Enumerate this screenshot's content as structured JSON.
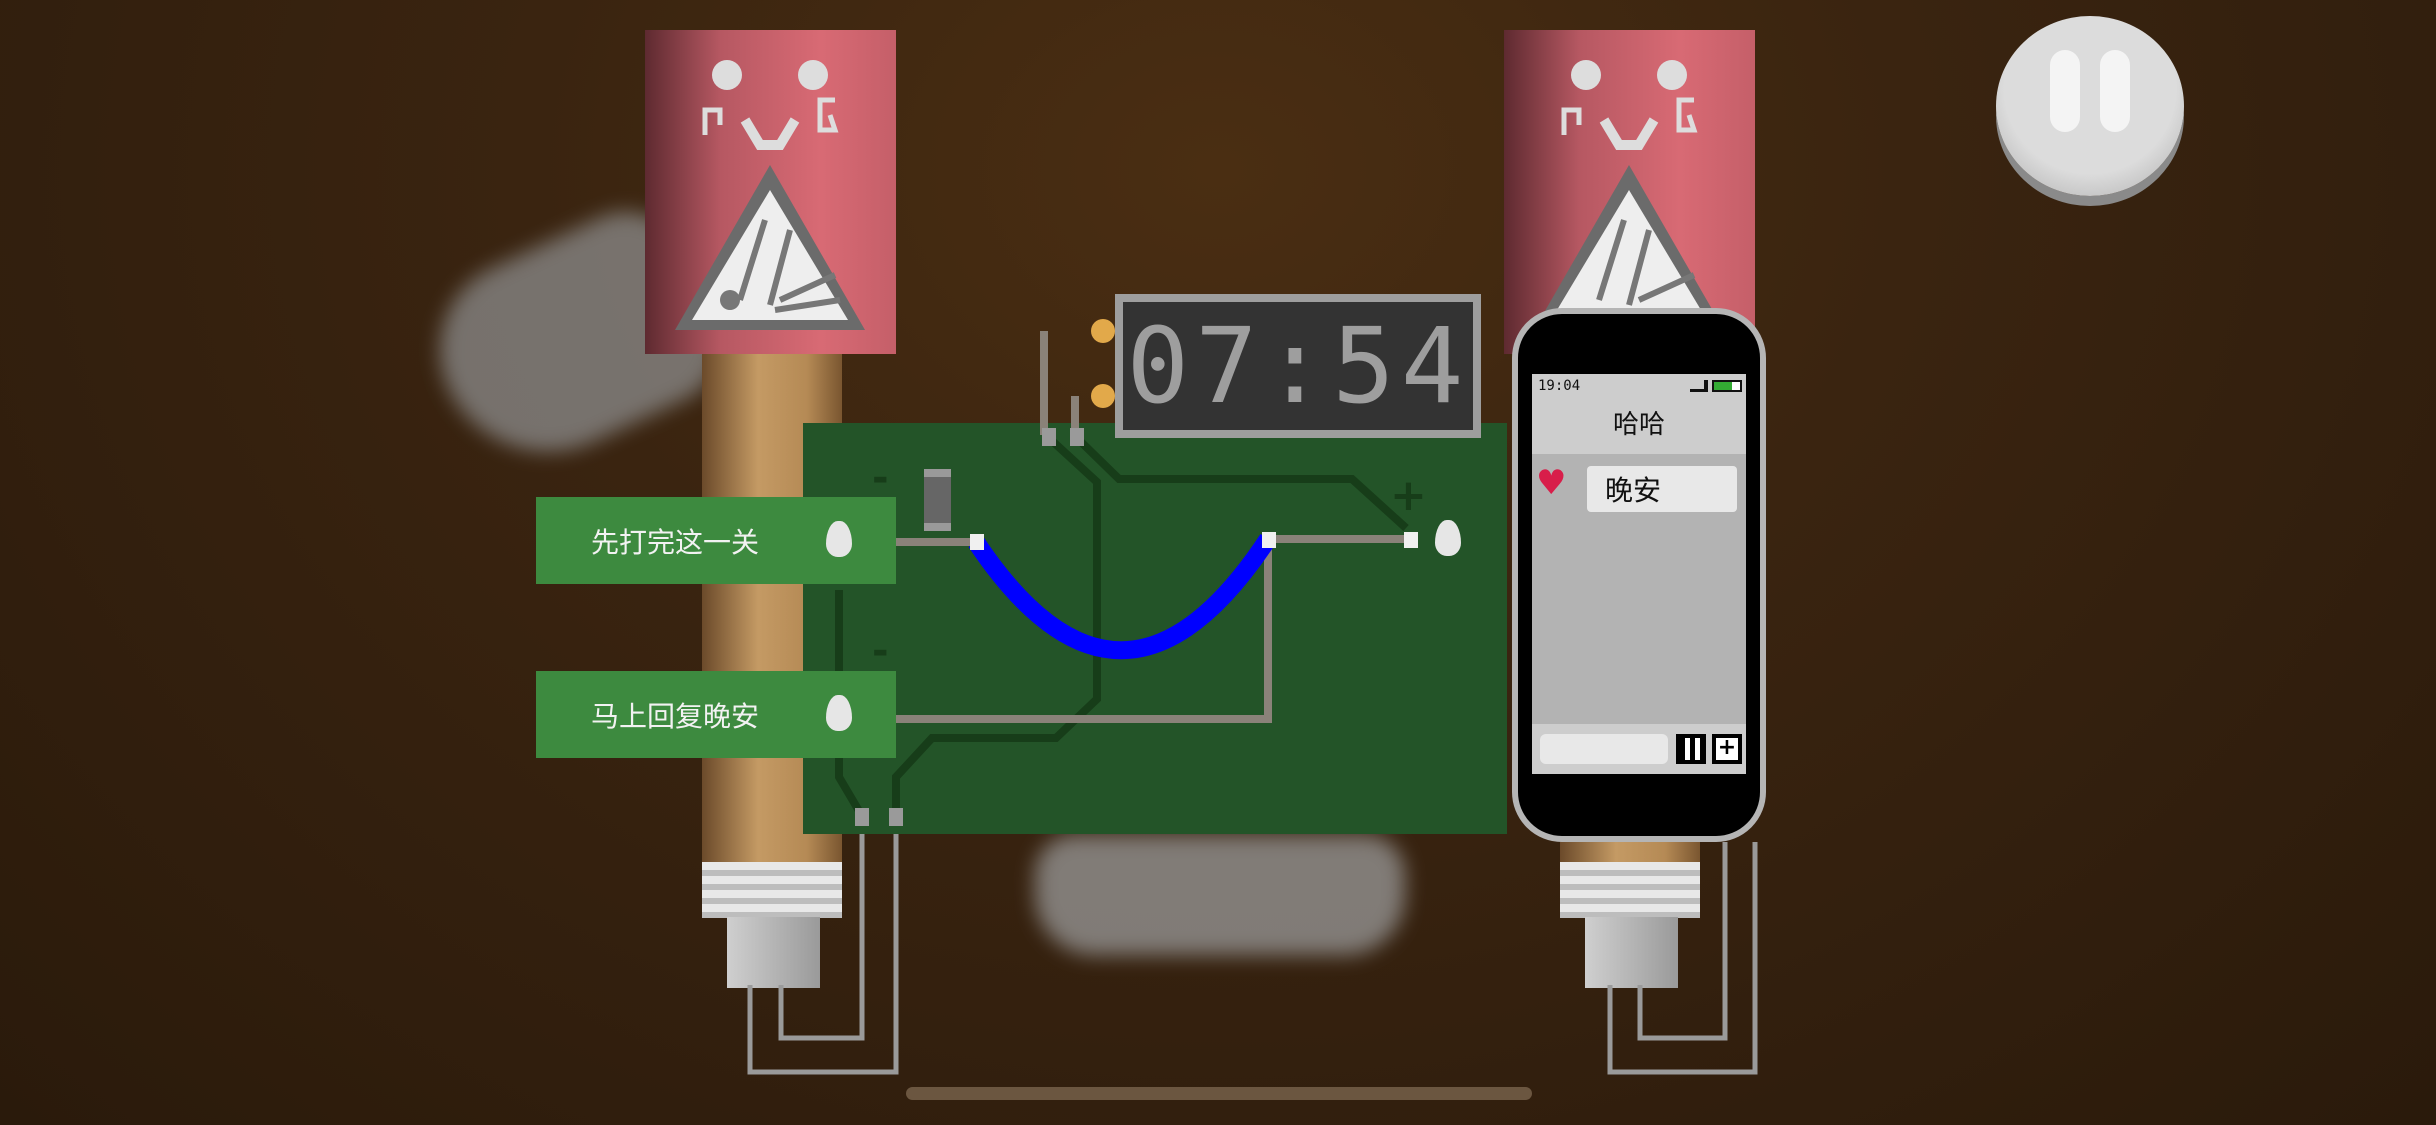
{
  "timer": {
    "display": "07:54"
  },
  "choices": [
    {
      "label": "先打完这一关"
    },
    {
      "label": "马上回复晚安"
    }
  ],
  "phone": {
    "status_time": "19:04",
    "contact_name": "哈哈",
    "message": "晚安",
    "input_placeholder": ""
  },
  "board": {
    "minus_label": "-",
    "plus_label": "+"
  },
  "colors": {
    "board": "#235428",
    "button": "#3d8a3f",
    "wire": "#0000ff",
    "trace": "#173d19",
    "firework": "#d86a74",
    "background": "#3a2410"
  },
  "icons": {
    "pause": "pause-icon",
    "heart": "heart-icon",
    "explosive": "explosive-warning-icon",
    "face": "kaomoji-face-icon"
  }
}
